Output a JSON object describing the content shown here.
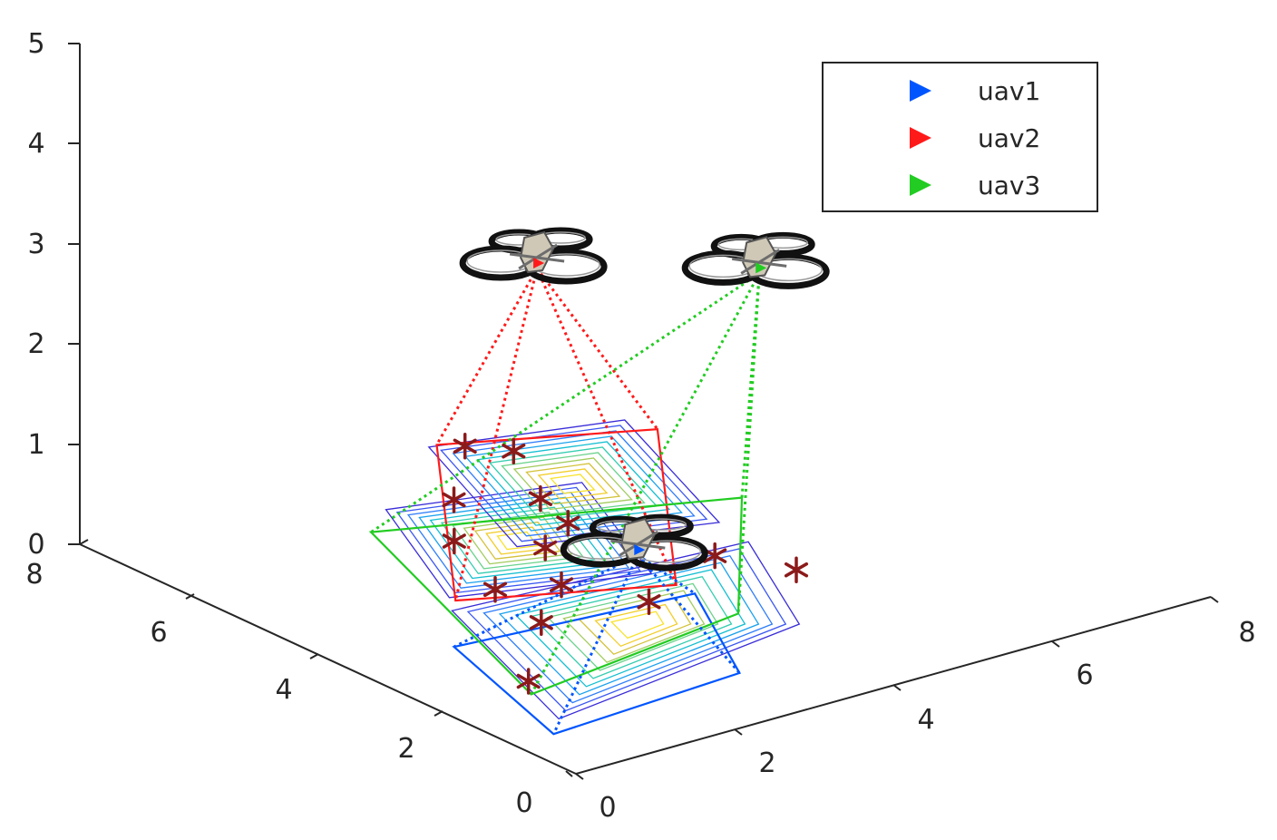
{
  "chart_data": {
    "type": "scatter",
    "view": "3d-perspective",
    "axes": {
      "x": {
        "ticks": [
          "0",
          "2",
          "4",
          "6",
          "8"
        ],
        "range": [
          0,
          8
        ]
      },
      "y": {
        "ticks": [
          "0",
          "2",
          "4",
          "6",
          "8"
        ],
        "range": [
          0,
          8
        ]
      },
      "z": {
        "ticks": [
          "0",
          "1",
          "2",
          "3",
          "4",
          "5"
        ],
        "range": [
          0,
          5
        ]
      }
    },
    "grid": false,
    "legend": {
      "position": "top-right",
      "entries": [
        {
          "label": "uav1",
          "color": "#0055ff",
          "marker": "right-triangle"
        },
        {
          "label": "uav2",
          "color": "#ff1a1a",
          "marker": "right-triangle"
        },
        {
          "label": "uav3",
          "color": "#22cc22",
          "marker": "right-triangle"
        }
      ]
    },
    "series": [
      {
        "name": "uav1",
        "color": "#0055ff",
        "uav": {
          "x": 2.5,
          "y": 2.2,
          "z": 1.0
        },
        "footprint": [
          [
            0.5,
            1.0
          ],
          [
            3.0,
            1.2
          ],
          [
            4.0,
            3.2
          ],
          [
            1.2,
            3.5
          ]
        ]
      },
      {
        "name": "uav2",
        "color": "#ff1a1a",
        "uav": {
          "x": 4.2,
          "y": 6.0,
          "z": 2.4
        },
        "footprint": [
          [
            2.0,
            4.5
          ],
          [
            4.0,
            3.5
          ],
          [
            6.5,
            7.0
          ],
          [
            4.5,
            8.0
          ]
        ]
      },
      {
        "name": "uav3",
        "color": "#22cc22",
        "uav": {
          "x": 4.5,
          "y": 2.8,
          "z": 3.2
        },
        "footprint": [
          [
            1.0,
            2.0
          ],
          [
            4.0,
            2.5
          ],
          [
            6.0,
            5.0
          ],
          [
            2.5,
            6.5
          ]
        ]
      }
    ],
    "targets": [
      [
        1.2,
        2.3
      ],
      [
        2.3,
        3.5
      ],
      [
        2.5,
        4.5
      ],
      [
        3.0,
        5.8
      ],
      [
        3.1,
        4.2
      ],
      [
        3.5,
        3.3
      ],
      [
        3.6,
        5.1
      ],
      [
        3.7,
        6.7
      ],
      [
        4.2,
        5.5
      ],
      [
        4.4,
        6.2
      ],
      [
        4.7,
        7.8
      ],
      [
        5.0,
        7.4
      ],
      [
        4.8,
        3.9
      ],
      [
        5.2,
        3.1
      ]
    ]
  }
}
